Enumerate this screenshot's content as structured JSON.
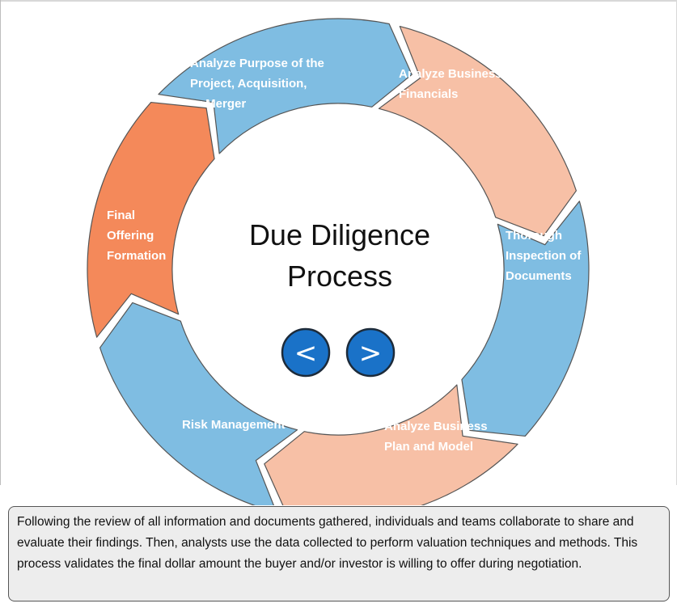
{
  "diagram": {
    "title_lines": [
      "Due Diligence",
      "Process"
    ],
    "segments": [
      {
        "lines": [
          "Analyze Purpose of the",
          "Project, Acquisition,",
          "or Merger"
        ],
        "color": "#7fbde2"
      },
      {
        "lines": [
          "Analyze Business",
          "Financials"
        ],
        "color": "#f7c0a6"
      },
      {
        "lines": [
          "Thorough",
          "Inspection of",
          "Documents"
        ],
        "color": "#7fbde2"
      },
      {
        "lines": [
          "Analyze Business",
          "Plan and Model"
        ],
        "color": "#f7c0a6"
      },
      {
        "lines": [
          "Risk Management"
        ],
        "color": "#7fbde2"
      },
      {
        "lines": [
          "Final",
          "Offering",
          "Formation"
        ],
        "color": "#f4895a"
      }
    ],
    "nav": {
      "prev_glyph": "<",
      "next_glyph": ">",
      "color": "#1a72c8"
    },
    "description": "Following the review of all information and documents gathered, individuals and teams collaborate to share and evaluate their findings. Then, analysts use the data collected to perform valuation techniques and methods. This process validates the final dollar amount the buyer and/or investor is willing to offer during negotiation."
  }
}
